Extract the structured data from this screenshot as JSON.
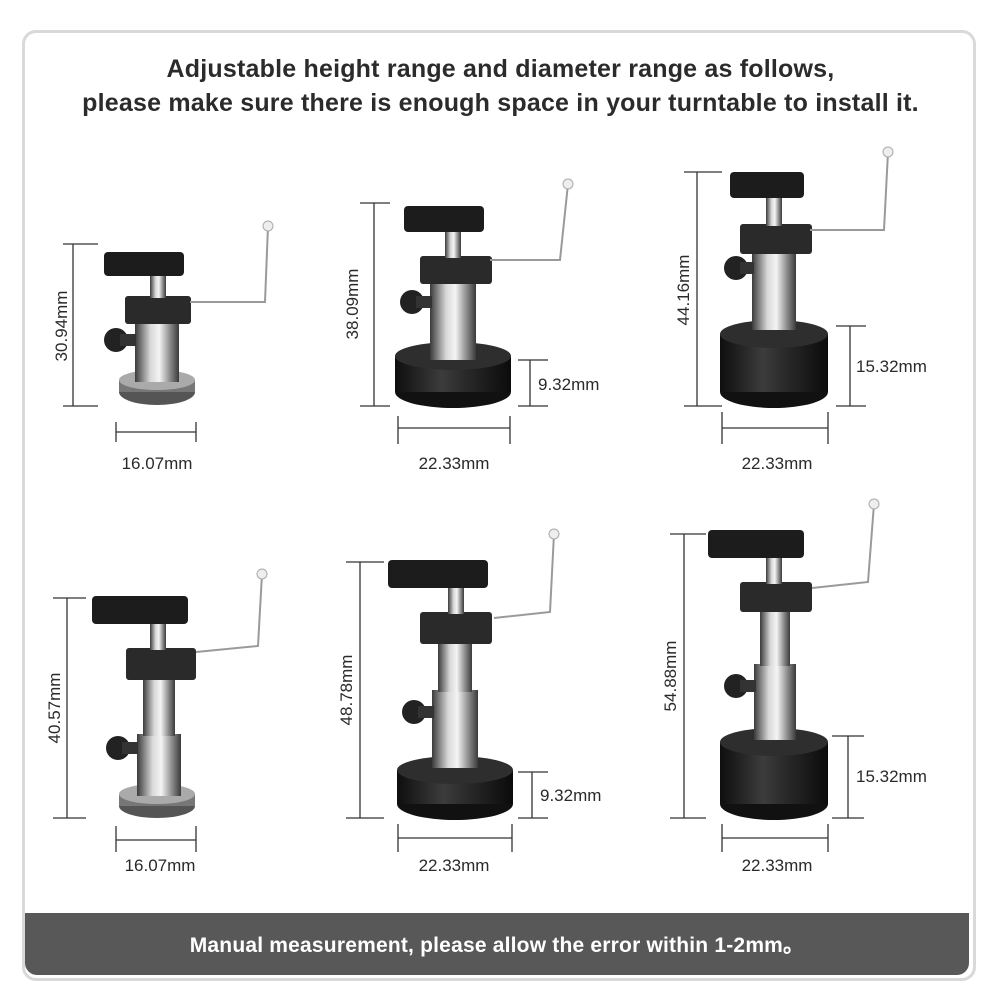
{
  "header": {
    "line1": "Adjustable height range and diameter range as follows,",
    "line2": "please make sure there is enough space in your turntable to install it."
  },
  "footer": {
    "text": "Manual measurement, please allow the error within 1-2mm。"
  },
  "items": [
    {
      "height": "30.94mm",
      "diameter": "16.07mm"
    },
    {
      "height": "38.09mm",
      "diameter": "22.33mm",
      "base_height": "9.32mm"
    },
    {
      "height": "44.16mm",
      "diameter": "22.33mm",
      "base_height": "15.32mm"
    },
    {
      "height": "40.57mm",
      "diameter": "16.07mm"
    },
    {
      "height": "48.78mm",
      "diameter": "22.33mm",
      "base_height": "9.32mm"
    },
    {
      "height": "54.88mm",
      "diameter": "22.33mm",
      "base_height": "15.32mm"
    }
  ]
}
